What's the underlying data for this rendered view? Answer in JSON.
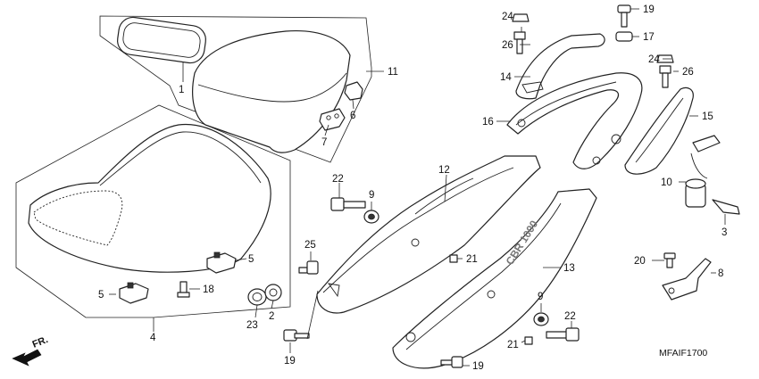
{
  "diagram": {
    "code": "MFAIF1700",
    "direction_marker": "FR.",
    "callouts": {
      "c1": "1",
      "c2": "2",
      "c3": "3",
      "c4": "4",
      "c5a": "5",
      "c5b": "5",
      "c6": "6",
      "c7": "7",
      "c8": "8",
      "c9a": "9",
      "c9b": "9",
      "c10": "10",
      "c11": "11",
      "c12": "12",
      "c13": "13",
      "c14": "14",
      "c15": "15",
      "c16": "16",
      "c17": "17",
      "c18": "18",
      "c19a": "19",
      "c19b": "19",
      "c19c": "19",
      "c20": "20",
      "c21a": "21",
      "c21b": "21",
      "c22a": "22",
      "c22b": "22",
      "c23": "23",
      "c24a": "24",
      "c24b": "24",
      "c25": "25",
      "c26a": "26",
      "c26b": "26"
    },
    "cover_logo": "CBR 1000"
  }
}
